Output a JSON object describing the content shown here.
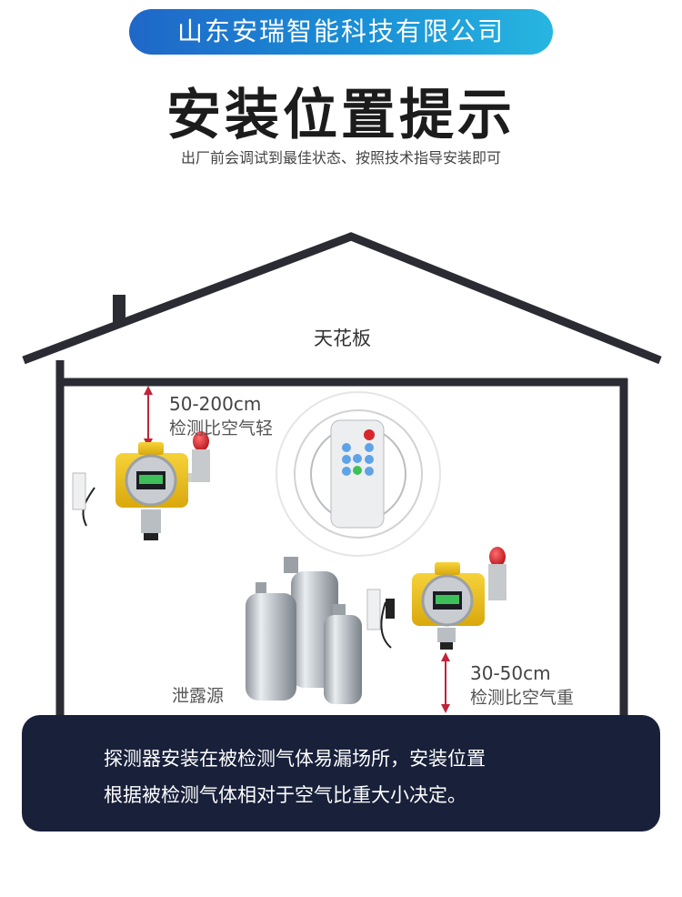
{
  "header": {
    "company": "山东安瑞智能科技有限公司",
    "title": "安装位置提示",
    "subtitle": "出厂前会调试到最佳状态、按照技术指导安装即可"
  },
  "diagram": {
    "ceiling_label": "天花板",
    "lighter_gas": {
      "height": "50-200cm",
      "desc": "检测比空气轻"
    },
    "heavier_gas": {
      "height": "30-50cm",
      "desc": "检测比空气重"
    },
    "leak_source": "泄露源"
  },
  "notice": {
    "line1": "探测器安装在被检测气体易漏场所，安装位置",
    "line2": "根据被检测气体相对于空气比重大小决定。"
  },
  "colors": {
    "pill_start": "#1f67c8",
    "pill_end": "#27b6e0",
    "house": "#2b2b33",
    "arrow": "#c0243a",
    "detector_body": "#f0c21a",
    "alarm_lamp": "#d81f26",
    "notice_bg": "#18203a"
  },
  "icons": [
    "gas-detector-icon",
    "power-adapter-icon",
    "alarm-lamp-icon",
    "remote-control-icon",
    "gas-cylinder-icon"
  ]
}
